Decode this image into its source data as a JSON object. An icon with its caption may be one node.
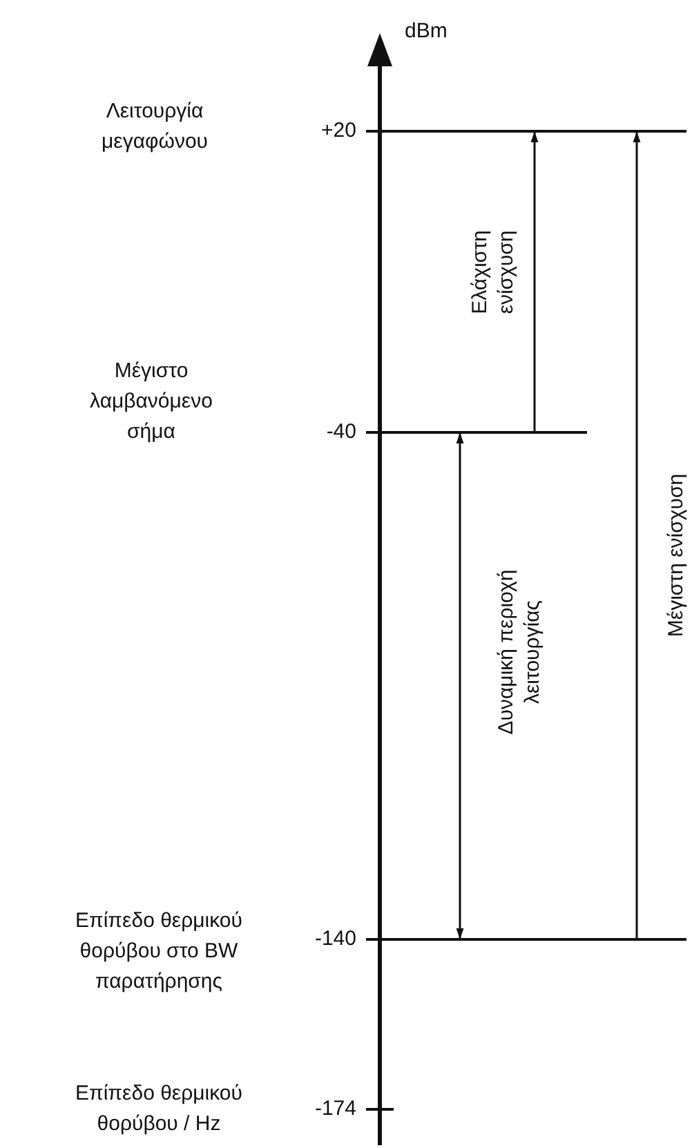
{
  "diagram": {
    "nodes": [
      {
        "text": [],
        "shape": "bar",
        "beside": [
          "+20"
        ]
      },
      {
        "text": [],
        "shape": "bar",
        "beside": [
          "-40"
        ]
      },
      {
        "text": [],
        "shape": "bar",
        "beside": [
          "-140"
        ]
      }
    ],
    "edges": [
      {
        "from": 1,
        "to": 0,
        "arrow": "to",
        "label": "Ελάχιστη ενίσχυση"
      },
      {
        "from": 1,
        "to": 2,
        "arrow": "both",
        "label": "Δυναμική περιοχή λειτουργίας"
      },
      {
        "from": 2,
        "to": 0,
        "arrow": "to",
        "label": "Μέγιστη ενίσχυση"
      }
    ],
    "labels": [
      "dBm",
      "Λειτουργία μεγαφώνου",
      "Μέγιστο λαμβανόμενο σήμα",
      "Επίπεδο θερμικού θορύβου στο BW παρατήρησης",
      "Επίπεδο θερμικού θορύβου / Hz",
      "-174"
    ]
  }
}
